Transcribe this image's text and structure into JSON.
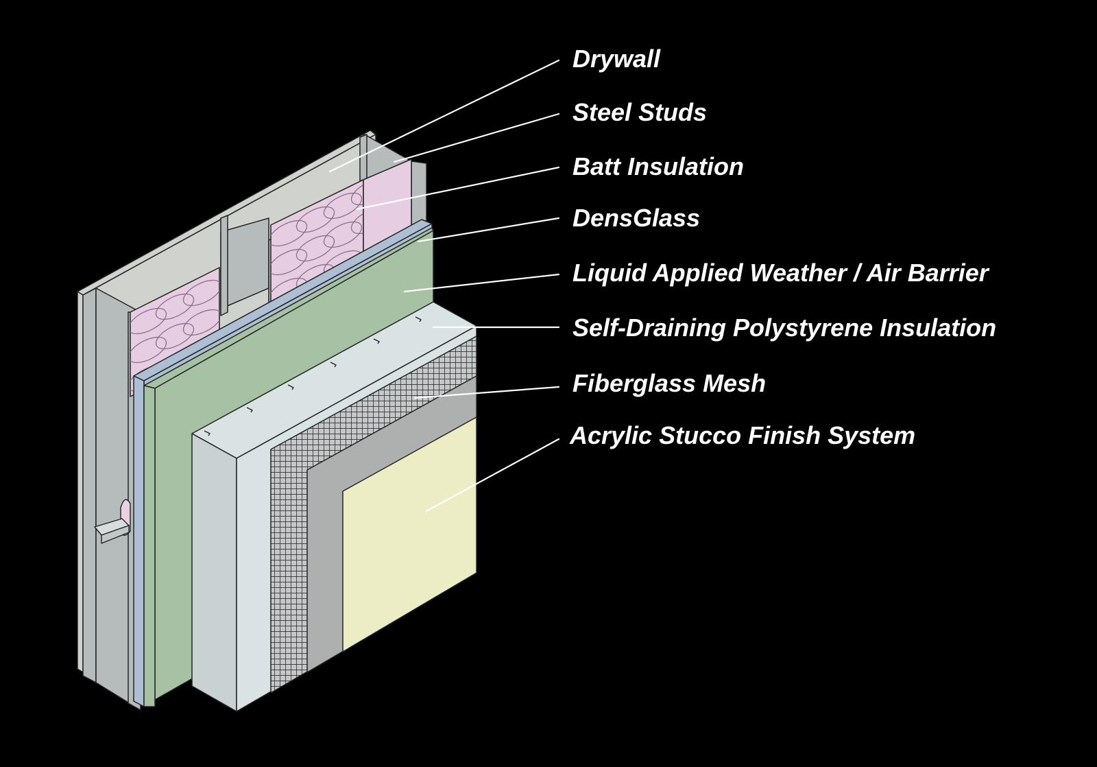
{
  "colors": {
    "background": "#000000",
    "outline": "#2a2a2a",
    "leader": "#ffffff",
    "label": "#ffffff",
    "drywall": "#cfd2cd",
    "steel_stud": "#b6bcbb",
    "batt_insulation": "#e6cde2",
    "densglass": "#aebfd3",
    "air_barrier": "#a7c1a4",
    "polystyrene": "#d9e3e3",
    "polystyrene_side": "#c9d2d2",
    "fiberglass_mesh": "#bfc3c3",
    "base_coat": "#aeb0b0",
    "stucco_finish": "#ecedc4"
  },
  "labels": {
    "drywall": "Drywall",
    "steel_studs": "Steel Studs",
    "batt_insulation": "Batt Insulation",
    "densglass": "DensGlass",
    "air_barrier": "Liquid Applied Weather / Air Barrier",
    "polystyrene": "Self-Draining Polystyrene Insulation",
    "fiberglass_mesh": "Fiberglass Mesh",
    "stucco_finish": "Acrylic Stucco Finish System"
  }
}
